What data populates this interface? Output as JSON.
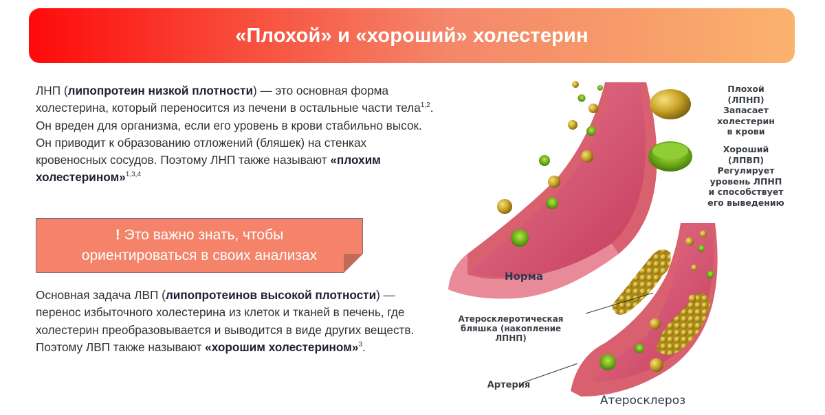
{
  "header": {
    "title": "«Плохой» и «хороший» холестерин",
    "gradient": [
      "#ff0a0a",
      "#fbb36e"
    ]
  },
  "ldl_paragraph": {
    "prefix": "ЛНП (",
    "term": "липопротеин низкой плотности",
    "part1": ") — это основная форма холестерина, который переносится из печени в остальные части тела",
    "ref1": "1,2",
    "part2": ". Он вреден для организма, если его уровень в крови стабильно высок. Он приводит к образованию отложений (бляшек) на стенках кровеносных сосудов. Поэтому ЛНП также называют ",
    "nickname": "«плохим холестерином»",
    "ref2": "1,3,4"
  },
  "note": {
    "icon": "!",
    "line1": "Это важно знать, чтобы",
    "line2": "ориентироваться в своих анализах",
    "color": "#f4836a"
  },
  "hdl_paragraph": {
    "prefix": "Основная задача ЛВП (",
    "term": "липопротеинов высокой плотности",
    "part1": ") — перенос избыточного холестерина из клеток и тканей в печень, где холестерин преобразовывается и выводится в виде других веществ. Поэтому ЛВП также называют ",
    "nickname": "«хорошим холестерином»",
    "ref": "3",
    "end": "."
  },
  "illustration": {
    "legend": [
      {
        "name": "ldl",
        "lines": [
          "Плохой",
          "(ЛПНП)",
          "Запасает",
          "холестерин",
          "в крови"
        ],
        "color": "#c8a020"
      },
      {
        "name": "hdl",
        "lines": [
          "Хороший",
          "(ЛПВП)",
          "Регулирует",
          "уровень ЛПНП",
          "и способствует",
          "его выведению"
        ],
        "color": "#8ccc20"
      }
    ],
    "normal_label": "Норма",
    "athero_label": "Атеросклероз",
    "plaque_label": [
      "Атеросклеротическая",
      "бляшка (накопление",
      "ЛПНП)"
    ],
    "artery_label": "Артерия",
    "vessel_color": "#d9506e"
  }
}
